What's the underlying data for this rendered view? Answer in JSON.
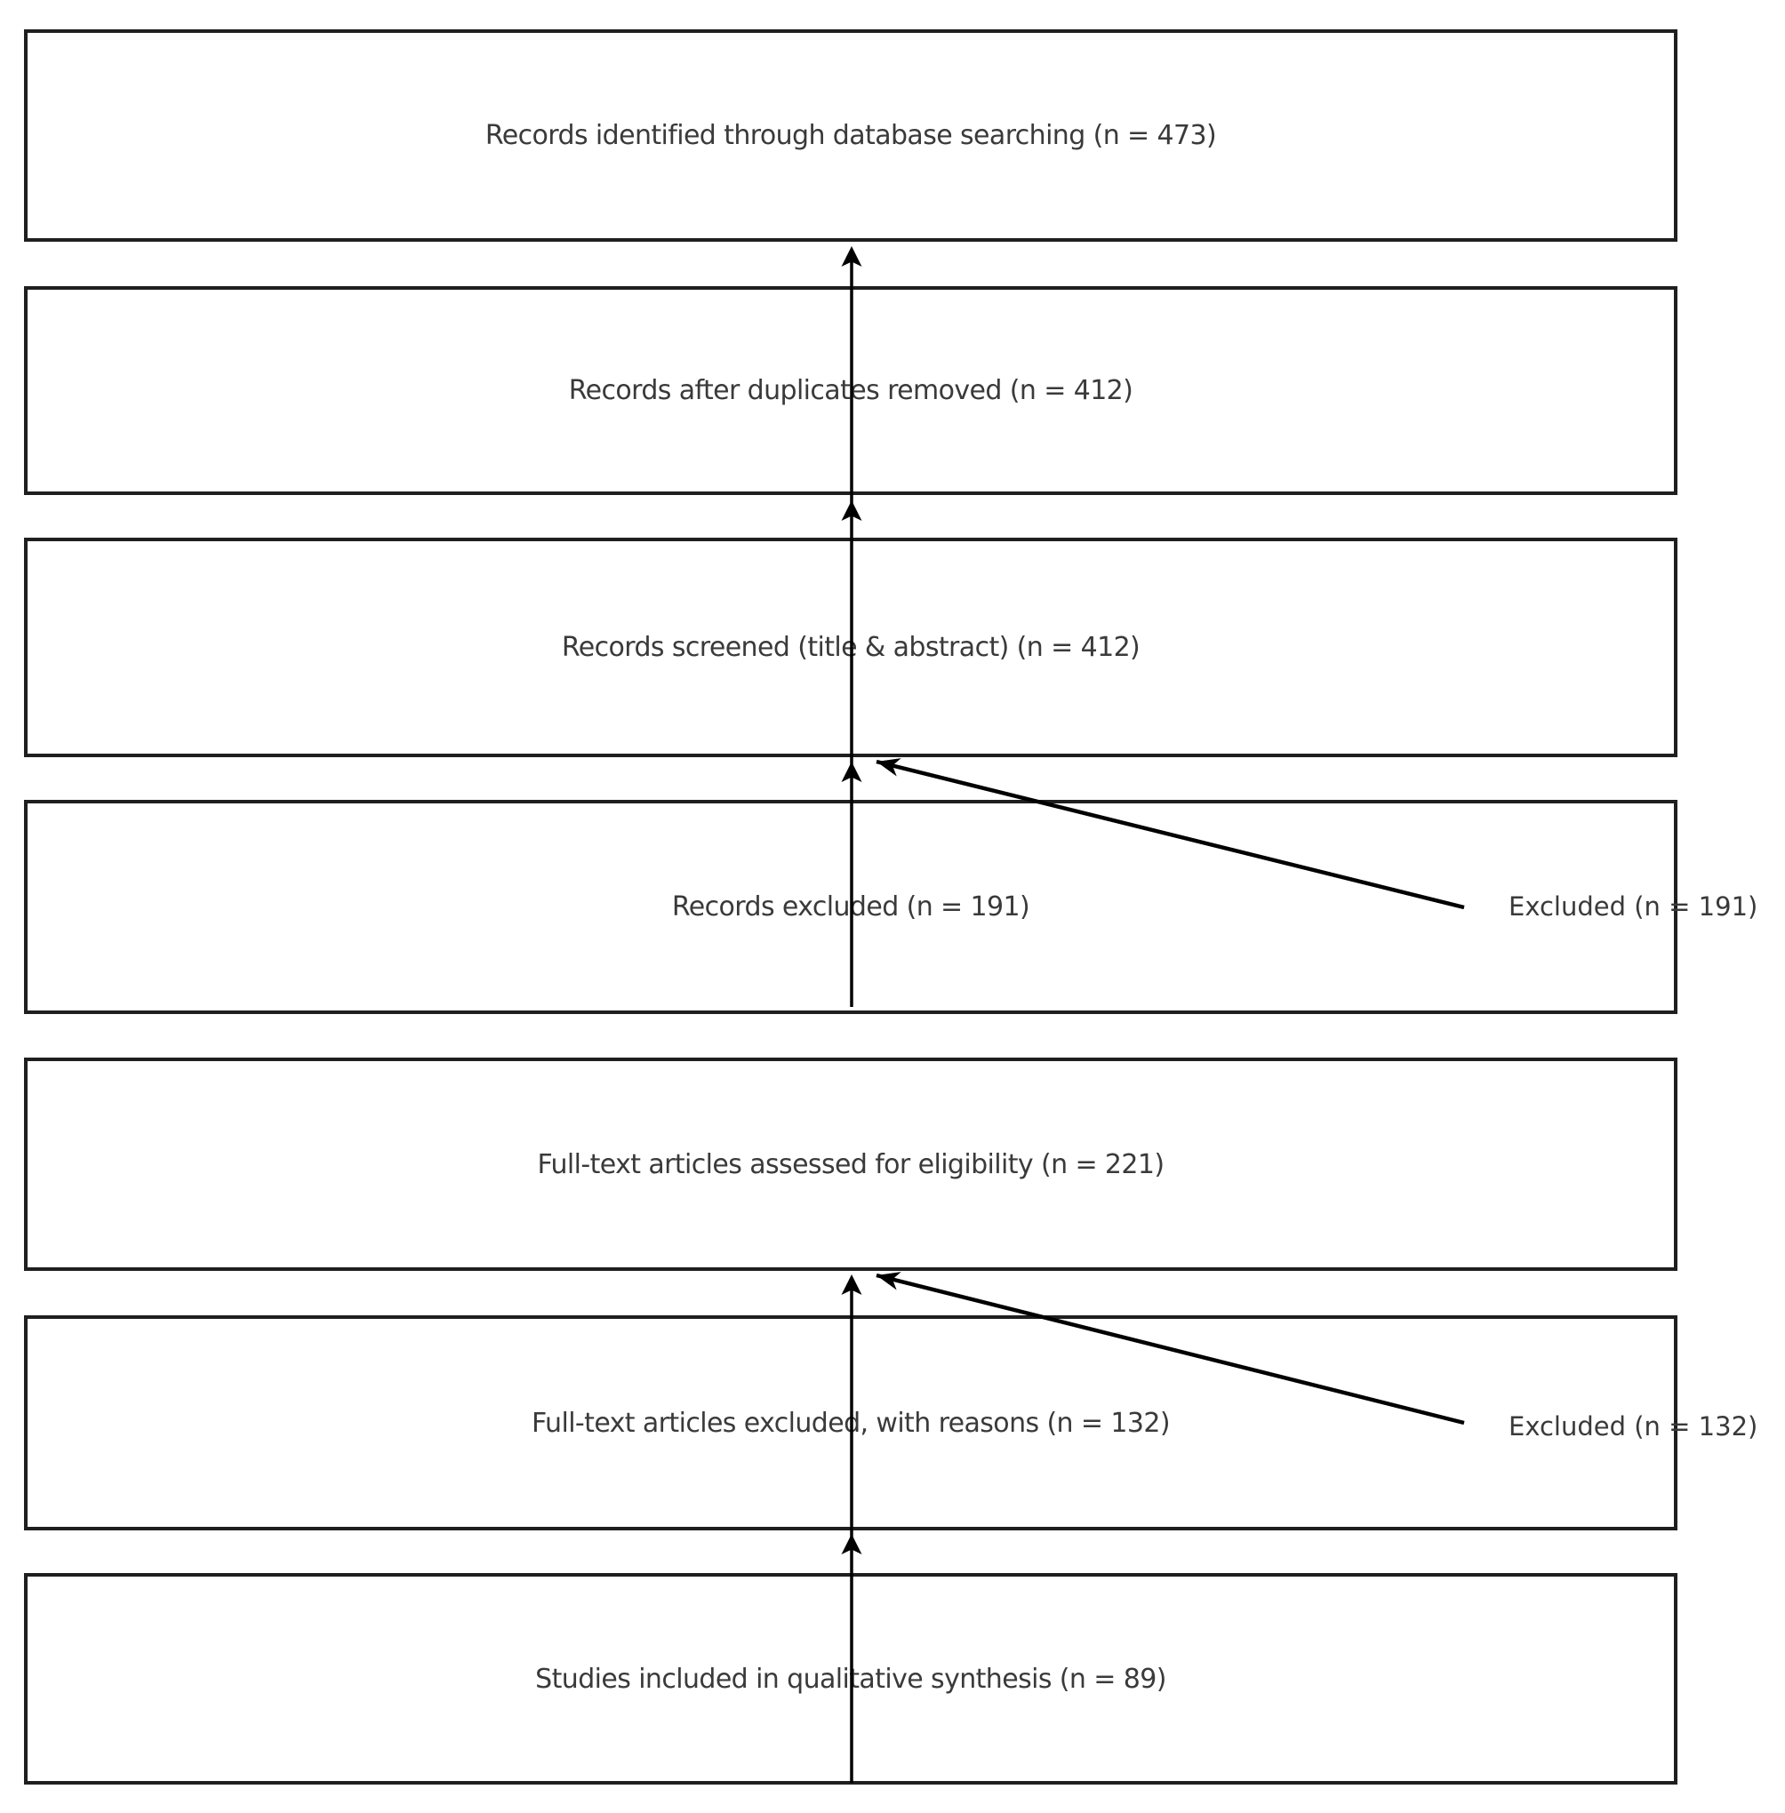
{
  "boxes": [
    {
      "label": "Records identified through database searching (n = 473)"
    },
    {
      "label": "Records after duplicates removed (n = 412)"
    },
    {
      "label": "Records screened (title & abstract) (n = 412)"
    },
    {
      "label": "Records excluded (n = 191)"
    },
    {
      "label": "Full-text articles assessed for eligibility (n = 221)"
    },
    {
      "label": "Full-text articles excluded, with reasons (n = 132)"
    },
    {
      "label": "Studies included in qualitative synthesis (n = 89)"
    }
  ],
  "side_labels": [
    {
      "label": "Excluded (n = 191)"
    },
    {
      "label": "Excluded (n = 132)"
    }
  ],
  "colors": {
    "background": "#ffffff",
    "box_border": "#1f1f1f",
    "text": "#3a3a3a",
    "arrow": "#000000"
  }
}
